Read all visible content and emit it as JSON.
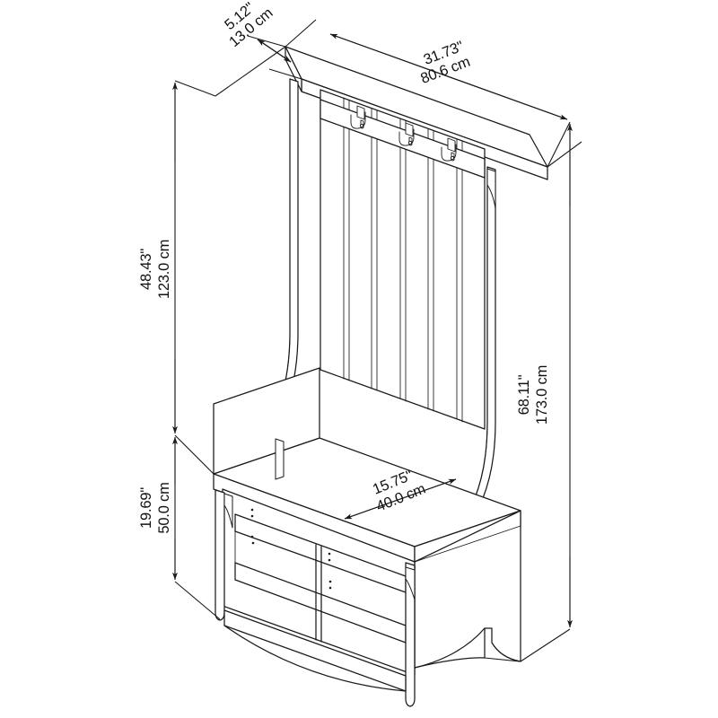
{
  "drawing": {
    "title": "Hall Tree Storage Bench Dimension Diagram",
    "projection": "isometric",
    "line_color": "#1a1a1a",
    "background_color": "#ffffff",
    "units": [
      "inches",
      "centimeters"
    ]
  },
  "dimensions": {
    "depth_top": {
      "name": "shelf-depth",
      "imperial": "5.12\"",
      "metric": "13.0 cm",
      "rotation_deg": -40
    },
    "width_top": {
      "name": "overall-width",
      "imperial": "31.73\"",
      "metric": "80.6 cm",
      "rotation_deg": -21
    },
    "height_upper": {
      "name": "back-panel-height",
      "imperial": "48.43\"",
      "metric": "123.0 cm",
      "rotation_deg": -90
    },
    "height_overall": {
      "name": "overall-height",
      "imperial": "68.11\"",
      "metric": "173.0 cm",
      "rotation_deg": -90
    },
    "height_lower": {
      "name": "bench-height",
      "imperial": "19.69\"",
      "metric": "50.0 cm",
      "rotation_deg": -90
    },
    "depth_bench": {
      "name": "bench-depth",
      "imperial": "15.75\"",
      "metric": "40.0 cm",
      "rotation_deg": -22
    }
  },
  "furniture": {
    "type": "hall-tree-bench",
    "parts": {
      "top_shelf": "top-shelf",
      "hook_rail": "hook-rail",
      "hooks_count": 3,
      "back_slats_count": 7,
      "bench_seat": "bench-seat",
      "cubbies_count": 4,
      "legs_count": 4,
      "brackets_count": 2
    }
  }
}
